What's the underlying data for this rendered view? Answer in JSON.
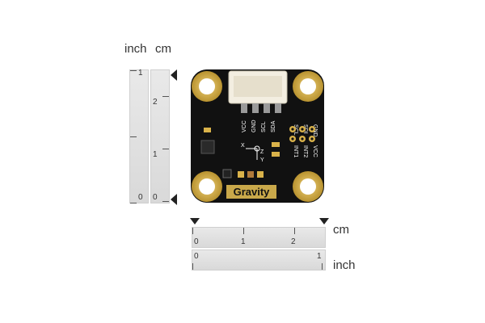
{
  "units": {
    "inch": "inch",
    "cm": "cm"
  },
  "vertical_inch_numbers": [
    "1",
    "0"
  ],
  "vertical_cm_numbers": [
    "2",
    "1",
    "0"
  ],
  "horizontal_cm_numbers": [
    "0",
    "1",
    "2"
  ],
  "horizontal_inch_numbers": [
    "0",
    "1"
  ],
  "pcb": {
    "brand": "Gravity",
    "left_pins": [
      "VCC",
      "GND",
      "SCL",
      "SDA"
    ],
    "right_top_pins": [
      "SCL",
      "SDI",
      "GND"
    ],
    "right_bottom_pins": [
      "INT1",
      "INT2",
      "VCC"
    ],
    "axis_x": "X",
    "axis_y": "Y",
    "axis_z": "Z"
  },
  "colors": {
    "pcb": "#111111",
    "gold": "#d9b24a",
    "brand_bg": "#c9a84a",
    "connector": "#f3eee1"
  }
}
